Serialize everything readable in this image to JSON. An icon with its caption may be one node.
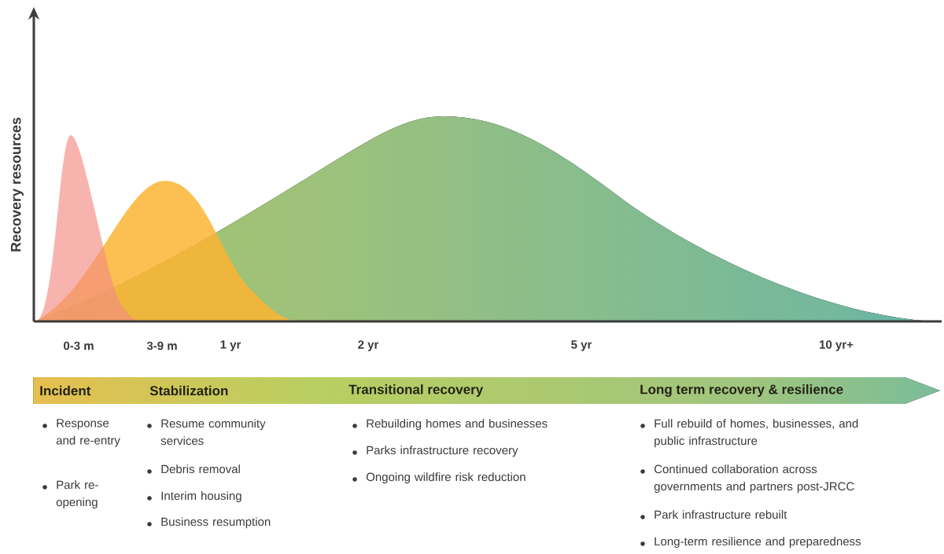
{
  "diagram": {
    "labels": [
      "Recovery resources",
      "0-3 m",
      "3-9 m",
      "1 yr",
      "2 yr",
      "5 yr",
      "10 yr+",
      "Incident",
      "Stabilization",
      "Transitional recovery",
      "Long term recovery & resilience",
      "Response and re-entry",
      "Park re-opening",
      "Resume community services",
      "Debris removal",
      "Interim housing",
      "Business resumption",
      "Rebuilding homes and businesses",
      "Parks infrastructure recovery",
      "Ongoing wildfire risk reduction",
      "Full rebuild of homes, businesses, and public infrastructure",
      "Continued collaboration across governments and partners post-JRCC",
      "Park infrastructure rebuilt",
      "Long-term resilience and preparedness"
    ]
  }
}
